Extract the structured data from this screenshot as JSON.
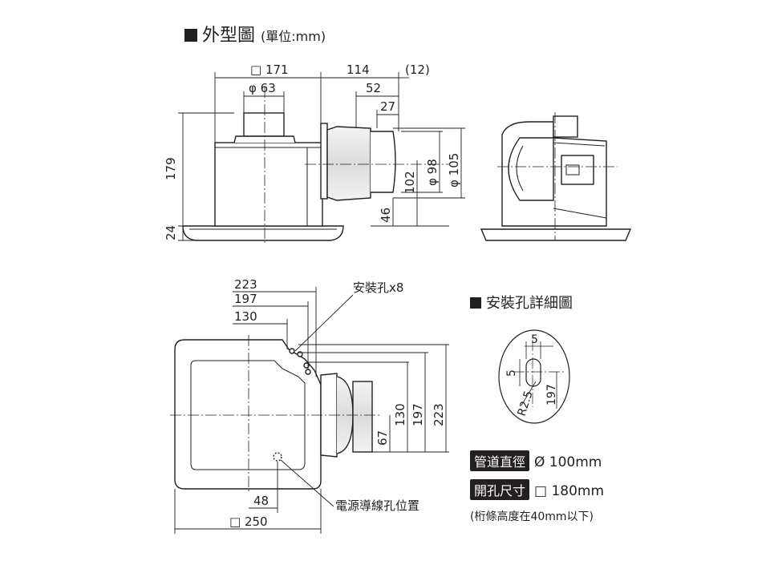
{
  "headings": {
    "outline_title": "外型圖",
    "outline_unit": "(單位:mm)",
    "detail_title": "安裝孔詳細圖"
  },
  "labels": {
    "mount_holes": "安裝孔x8",
    "power_hole": "電源導線孔位置"
  },
  "dimensions": {
    "front_width": "□ 171",
    "front_pipe_dia": "φ 63",
    "side_depth": "114",
    "side_extra": "(12)",
    "dim_52": "52",
    "dim_27": "27",
    "height_179": "179",
    "height_24": "24",
    "dim_102": "102",
    "dim_46": "46",
    "dia_98": "φ 98",
    "dia_105": "φ 105",
    "plan_223": "223",
    "plan_197": "197",
    "plan_130": "130",
    "plan_v130": "130",
    "plan_v197": "197",
    "plan_v223": "223",
    "plan_67": "67",
    "plan_48": "48",
    "plan_250": "□ 250",
    "detail_5h": "5",
    "detail_5v": "5",
    "detail_r": "R2.5",
    "detail_197": "197"
  },
  "specs": {
    "duct_label": "管道直徑",
    "duct_value": "Ø 100mm",
    "opening_label": "開孔尺寸",
    "opening_value": "□ 180mm",
    "note": "(桁條高度在40mm以下)"
  }
}
